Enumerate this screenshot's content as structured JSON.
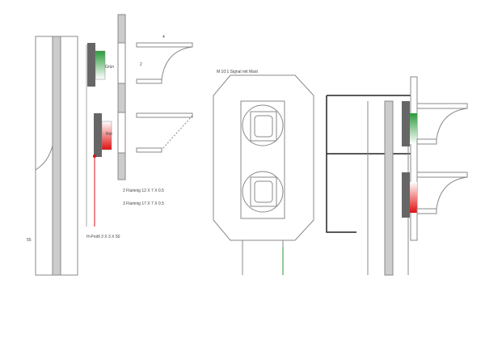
{
  "labels": {
    "green": "Grün",
    "red": "Rot",
    "dim_width": "4",
    "dim_height": "2",
    "flange_1": "2 Flamnig 12 X 7 X 0.5",
    "flange_2": "3 Flamnig 17 X 7 X 0.5",
    "profile": "H-Profil 3 X 3 X 50",
    "mast_height": "55",
    "signal_title": "M 10:1 Signal mit Mast"
  },
  "colors": {
    "green": "#2a9a3a",
    "red": "#e01010",
    "dark": "#666666"
  }
}
